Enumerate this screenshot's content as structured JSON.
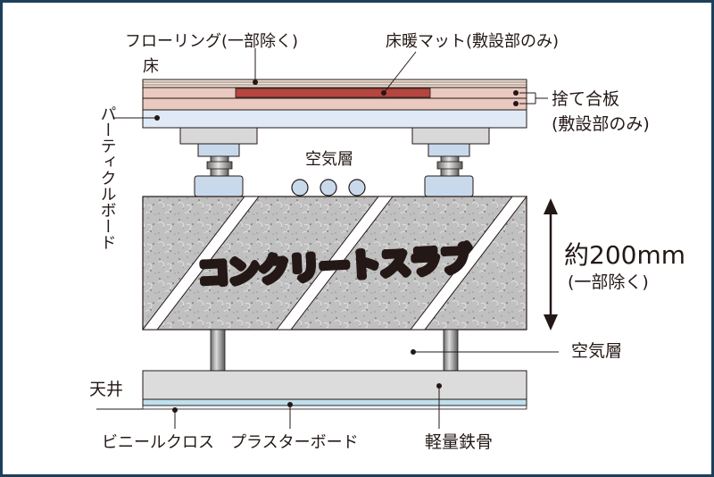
{
  "labels": {
    "flooring": "フローリング(一部除く)",
    "floor": "床",
    "heating_mat": "床暖マット(敷設部のみ)",
    "subfloor_plywood_1": "捨て合板",
    "subfloor_plywood_2": "(敷設部のみ)",
    "particle_board": "パーティクルボード",
    "air_layer_top": "空気層",
    "concrete_slab": "コンクリートスラブ",
    "thickness_1": "約200mm",
    "thickness_2": "(一部除く)",
    "air_layer_bottom": "空気層",
    "ceiling": "天井",
    "vinyl_cloth": "ビニールクロス",
    "plaster_board": "プラスターボード",
    "light_steel_frame": "軽量鉄骨"
  },
  "colors": {
    "frame": "#1e3f5a",
    "flooring": "#f4e4d8",
    "heating_mat": "#b5453e",
    "plywood": "#eac9c0",
    "particle_board": "#dfeaf6",
    "concrete": "#bdbdbd",
    "ceiling": "#dcdcdc",
    "vinyl": "#bfe0ec",
    "rubber_foot": "#c9d9ec",
    "text": "#231815"
  }
}
